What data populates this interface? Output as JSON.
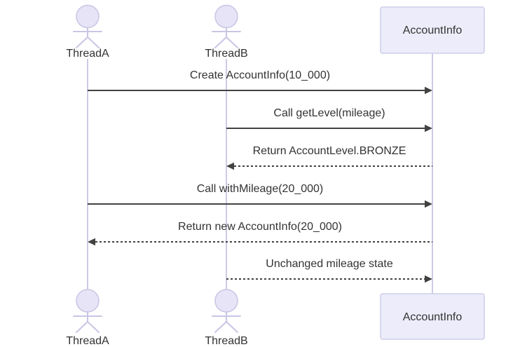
{
  "diagram": {
    "kind": "uml-sequence-diagram",
    "colors": {
      "background": "#ffffff",
      "participant_fill": "#ececfa",
      "participant_border": "#cdcdea",
      "actor_stroke": "#c8c6e4",
      "lifeline": "#cccce6",
      "arrow": "#424242",
      "text": "#333333"
    },
    "actors": [
      {
        "label": "ThreadA"
      },
      {
        "label": "ThreadB"
      }
    ],
    "participants": [
      {
        "label": "AccountInfo"
      }
    ],
    "messages": [
      {
        "from": "ThreadA",
        "to": "AccountInfo",
        "text": "Create AccountInfo(10_000)",
        "line": "solid",
        "direction": "right"
      },
      {
        "from": "ThreadB",
        "to": "AccountInfo",
        "text": "Call getLevel(mileage)",
        "line": "solid",
        "direction": "right"
      },
      {
        "from": "AccountInfo",
        "to": "ThreadB",
        "text": "Return AccountLevel.BRONZE",
        "line": "dashed",
        "direction": "left"
      },
      {
        "from": "ThreadA",
        "to": "AccountInfo",
        "text": "Call withMileage(20_000)",
        "line": "solid",
        "direction": "right"
      },
      {
        "from": "AccountInfo",
        "to": "ThreadA",
        "text": "Return new AccountInfo(20_000)",
        "line": "dashed",
        "direction": "left"
      },
      {
        "from": "ThreadB",
        "to": "AccountInfo",
        "text": "Unchanged mileage state",
        "line": "dashed",
        "direction": "right"
      }
    ]
  }
}
